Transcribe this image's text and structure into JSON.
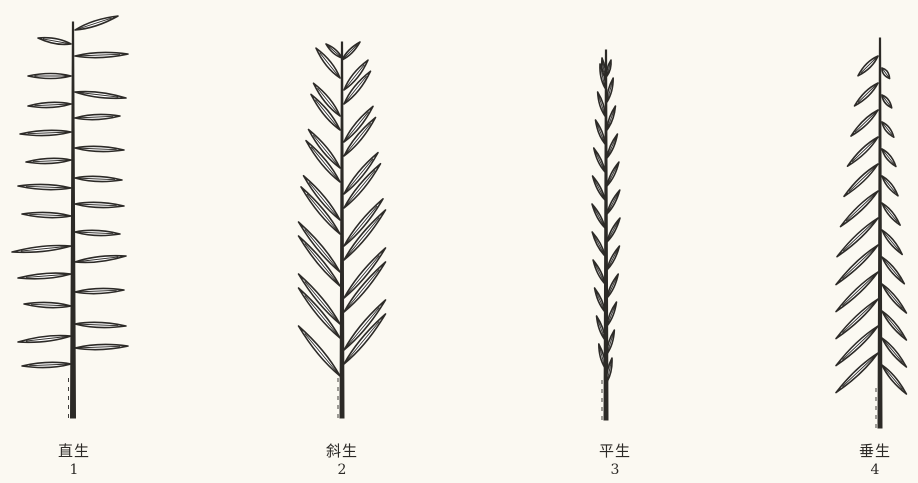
{
  "figure": {
    "background_color": "#fbf9f2",
    "ink_color": "#2c2a27",
    "panels": [
      {
        "label": "直生",
        "number": "1",
        "habit": "straight"
      },
      {
        "label": "斜生",
        "number": "2",
        "habit": "oblique"
      },
      {
        "label": "平生",
        "number": "3",
        "habit": "flat"
      },
      {
        "label": "垂生",
        "number": "4",
        "habit": "drooping"
      }
    ]
  }
}
